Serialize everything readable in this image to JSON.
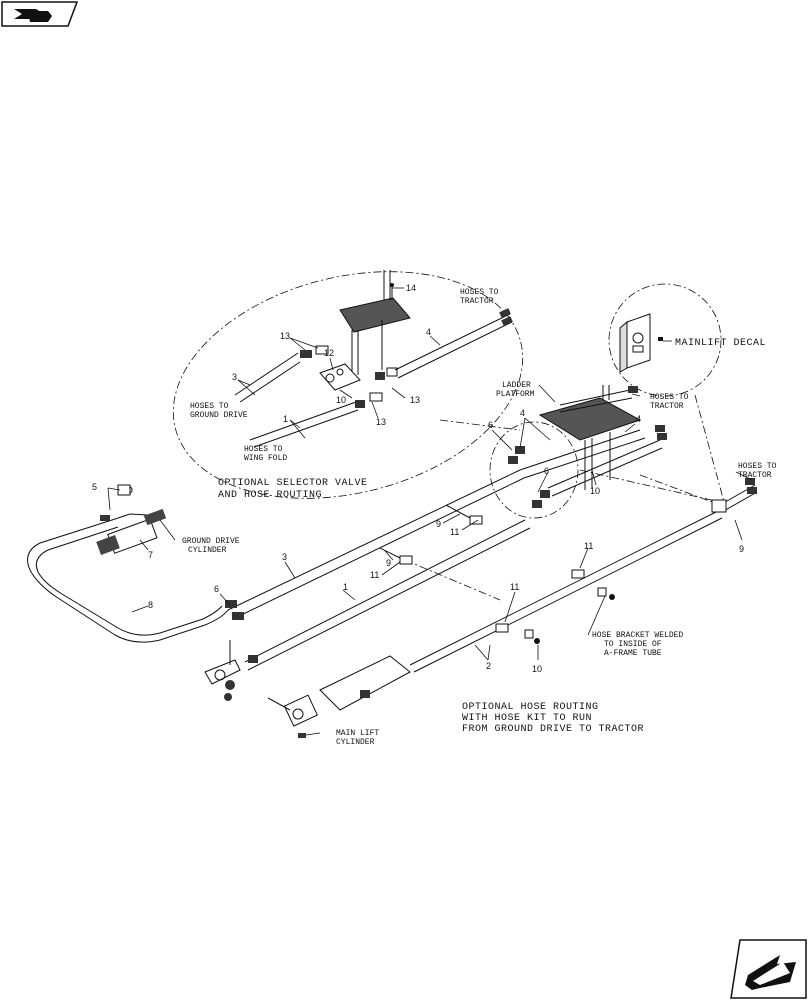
{
  "labels": {
    "hoses_to_tractor_top": [
      "HOSES TO",
      "TRACTOR"
    ],
    "hoses_to_ground_drive": [
      "HOSES TO",
      "GROUND DRIVE"
    ],
    "hoses_to_wing_fold": [
      "HOSES TO",
      "WING FOLD"
    ],
    "selector_caption": [
      "OPTIONAL SELECTOR VALVE",
      "AND HOSE ROUTING"
    ],
    "mainlift_decal": "MAINLIFT DECAL",
    "ladder_platform": [
      "LADDER",
      "PLATFORM"
    ],
    "hoses_to_tractor_mid": [
      "HOSES TO",
      "TRACTOR"
    ],
    "hoses_to_tractor_right": [
      "HOSES TO",
      "TRACTOR"
    ],
    "ground_drive_cylinder": [
      "GROUND DRIVE",
      "CYLINDER"
    ],
    "hose_bracket": [
      "HOSE BRACKET WELDED",
      "TO INSIDE OF",
      "A-FRAME TUBE"
    ],
    "main_lift_cylinder": [
      "MAIN LIFT",
      "CYLINDER"
    ],
    "optional_caption": [
      "OPTIONAL HOSE ROUTING",
      "WITH HOSE KIT TO RUN",
      "FROM GROUND DRIVE TO TRACTOR"
    ]
  },
  "callouts": {
    "c14": "14",
    "c13a": "13",
    "c12": "12",
    "c3a": "3",
    "c10a": "10",
    "c13b": "13",
    "c13c": "13",
    "c1a": "1",
    "c4a": "4",
    "c4b": "4",
    "c4c": "4",
    "c6a": "6",
    "c6b": "6",
    "c10b": "10",
    "c9a": "9",
    "c11a": "11",
    "c9b": "9",
    "c11b": "11",
    "c11c": "11",
    "c11d": "11",
    "c5": "5",
    "c7": "7",
    "c3b": "3",
    "c8": "8",
    "c6c": "6",
    "c1b": "1",
    "c2": "2",
    "c10c": "10",
    "c9c": "9"
  }
}
